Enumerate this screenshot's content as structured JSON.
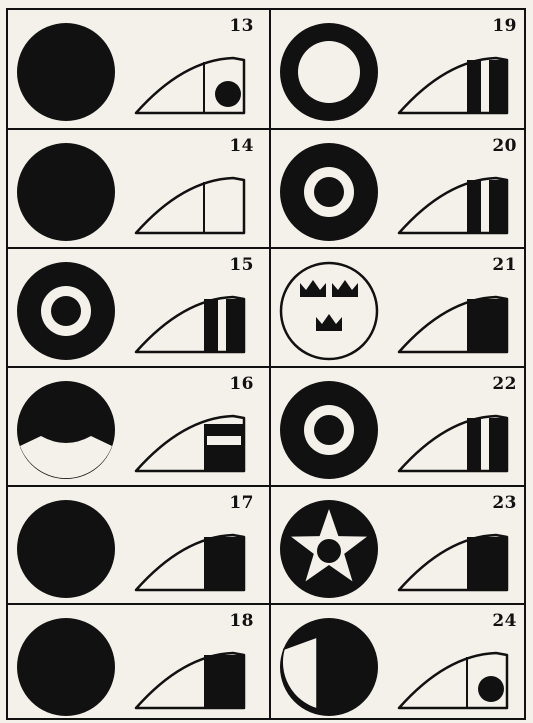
{
  "colors": {
    "ink": "#111111",
    "paper": "#f4f1ea"
  },
  "plates": [
    {
      "num": "13",
      "roundel": "solid-disc",
      "fin": "disc-in-box"
    },
    {
      "num": "19",
      "roundel": "ring-white-center",
      "fin": "bars-bwb"
    },
    {
      "num": "14",
      "roundel": "solid-disc",
      "fin": "outline-divider"
    },
    {
      "num": "20",
      "roundel": "target-ring",
      "fin": "bars-bwb"
    },
    {
      "num": "15",
      "roundel": "target-ring",
      "fin": "bars-bwb"
    },
    {
      "num": "21",
      "roundel": "three-crowns",
      "fin": "solid"
    },
    {
      "num": "16",
      "roundel": "disc-white-bottom",
      "fin": "bar-white-middle"
    },
    {
      "num": "22",
      "roundel": "target-ring",
      "fin": "bars-bwb"
    },
    {
      "num": "17",
      "roundel": "solid-disc",
      "fin": "solid"
    },
    {
      "num": "23",
      "roundel": "star-in-disc",
      "fin": "solid"
    },
    {
      "num": "18",
      "roundel": "solid-disc",
      "fin": "solid"
    },
    {
      "num": "24",
      "roundel": "disc-white-quadrant",
      "fin": "disc-in-box"
    }
  ]
}
